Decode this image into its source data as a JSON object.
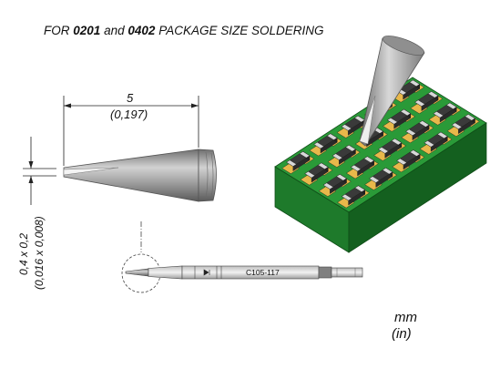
{
  "heading": {
    "prefix": "FOR",
    "size_a": "0201",
    "joiner": "and",
    "size_b": "0402",
    "suffix": "PACKAGE SIZE SOLDERING"
  },
  "dimensions": {
    "length_mm": "5",
    "length_in": "(0,197)",
    "tip_mm": "0,4 x 0,2",
    "tip_in": "(0,016 x 0,008)"
  },
  "cartridge": {
    "code": "C105-117"
  },
  "units": {
    "metric": "mm",
    "imperial": "(in)"
  },
  "colors": {
    "pcb_top": "#2a9a38",
    "pcb_side_front": "#1e7a2b",
    "pcb_side_right": "#14601f",
    "pad": "#e8b84a",
    "chip_body": "#3a3a3a",
    "chip_end": "#d8d8d8",
    "tip_metal": "#9a9a9a"
  }
}
